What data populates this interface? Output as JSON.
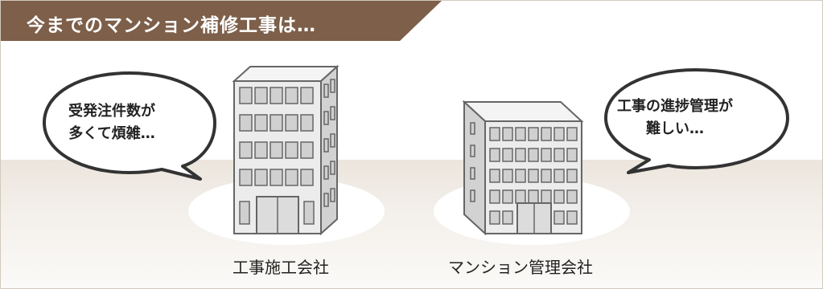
{
  "header": {
    "title": "今までのマンション補修工事は…"
  },
  "left_bubble": {
    "line1": "受発注件数が",
    "line2": "多くて煩雑…"
  },
  "right_bubble": {
    "line1": "工事の進捗管理が",
    "line2": "難しい…"
  },
  "left_building": {
    "caption": "工事施工会社"
  },
  "right_building": {
    "caption": "マンション管理会社"
  },
  "colors": {
    "banner": "#7d5f4a",
    "ground": "#ebe5dd",
    "building": "#e4e4e4",
    "window": "#cfcfcf"
  }
}
